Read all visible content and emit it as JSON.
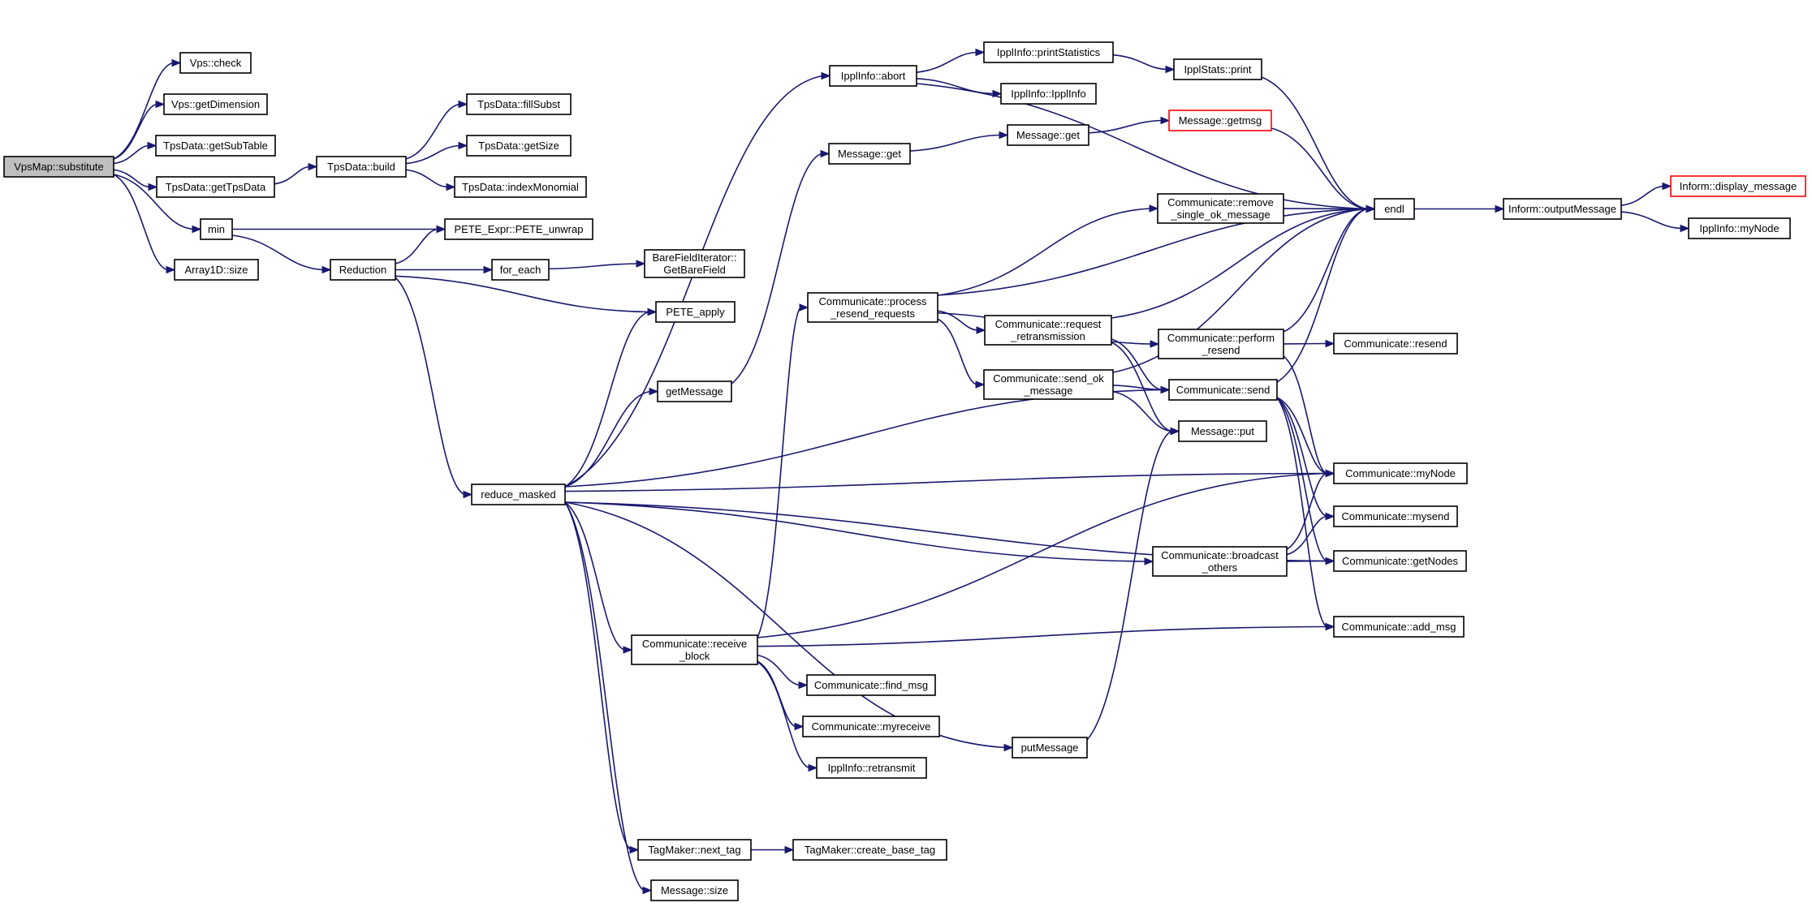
{
  "colors": {
    "edge": "#191970",
    "node_border": "#000000",
    "root_fill": "#bfbfbf",
    "truncated_border": "#ff0000"
  },
  "nodes": [
    {
      "id": "vpsmap_substitute",
      "lines": [
        "VpsMap::substitute"
      ],
      "style": "root"
    },
    {
      "id": "vps_check",
      "lines": [
        "Vps::check"
      ]
    },
    {
      "id": "vps_getdimension",
      "lines": [
        "Vps::getDimension"
      ]
    },
    {
      "id": "tpsdata_getsubtable",
      "lines": [
        "TpsData::getSubTable"
      ]
    },
    {
      "id": "tpsdata_gettpsdata",
      "lines": [
        "TpsData::getTpsData"
      ]
    },
    {
      "id": "min",
      "lines": [
        "min"
      ]
    },
    {
      "id": "array1d_size",
      "lines": [
        "Array1D::size"
      ]
    },
    {
      "id": "tpsdata_build",
      "lines": [
        "TpsData::build"
      ]
    },
    {
      "id": "tpsdata_fillsubst",
      "lines": [
        "TpsData::fillSubst"
      ]
    },
    {
      "id": "tpsdata_getsize",
      "lines": [
        "TpsData::getSize"
      ]
    },
    {
      "id": "tpsdata_indexmonomial",
      "lines": [
        "TpsData::indexMonomial"
      ]
    },
    {
      "id": "pete_expr_unwrap",
      "lines": [
        "PETE_Expr::PETE_unwrap"
      ]
    },
    {
      "id": "reduction",
      "lines": [
        "Reduction"
      ]
    },
    {
      "id": "for_each",
      "lines": [
        "for_each"
      ]
    },
    {
      "id": "barefielditerator_getbarefield",
      "lines": [
        "BareFieldIterator::",
        "GetBareField"
      ]
    },
    {
      "id": "pete_apply",
      "lines": [
        "PETE_apply"
      ]
    },
    {
      "id": "reduce_masked",
      "lines": [
        "reduce_masked"
      ]
    },
    {
      "id": "getmessage",
      "lines": [
        "getMessage"
      ]
    },
    {
      "id": "ipplinfo_abort",
      "lines": [
        "IpplInfo::abort"
      ]
    },
    {
      "id": "ipplinfo_printstatistics",
      "lines": [
        "IpplInfo::printStatistics"
      ]
    },
    {
      "id": "ipplinfo_ipplinfo",
      "lines": [
        "IpplInfo::IpplInfo"
      ]
    },
    {
      "id": "ipplstats_print",
      "lines": [
        "IpplStats::print"
      ]
    },
    {
      "id": "message_get_left",
      "lines": [
        "Message::get"
      ]
    },
    {
      "id": "message_get_right",
      "lines": [
        "Message::get"
      ]
    },
    {
      "id": "message_getmsg",
      "lines": [
        "Message::getmsg"
      ],
      "style": "red"
    },
    {
      "id": "endl",
      "lines": [
        "endl"
      ]
    },
    {
      "id": "inform_outputmessage",
      "lines": [
        "Inform::outputMessage"
      ]
    },
    {
      "id": "inform_display_message",
      "lines": [
        "Inform::display_message"
      ],
      "style": "red"
    },
    {
      "id": "ipplinfo_mynode",
      "lines": [
        "IpplInfo::myNode"
      ]
    },
    {
      "id": "communicate_remove_single_ok_message",
      "lines": [
        "Communicate::remove",
        "_single_ok_message"
      ]
    },
    {
      "id": "communicate_process_resend_requests",
      "lines": [
        "Communicate::process",
        "_resend_requests"
      ]
    },
    {
      "id": "communicate_request_retransmission",
      "lines": [
        "Communicate::request",
        "_retransmission"
      ]
    },
    {
      "id": "communicate_perform_resend",
      "lines": [
        "Communicate::perform",
        "_resend"
      ]
    },
    {
      "id": "communicate_resend",
      "lines": [
        "Communicate::resend"
      ]
    },
    {
      "id": "communicate_send_ok_message",
      "lines": [
        "Communicate::send_ok",
        "_message"
      ]
    },
    {
      "id": "communicate_send",
      "lines": [
        "Communicate::send"
      ]
    },
    {
      "id": "message_put",
      "lines": [
        "Message::put"
      ]
    },
    {
      "id": "communicate_mynode",
      "lines": [
        "Communicate::myNode"
      ]
    },
    {
      "id": "communicate_mysend",
      "lines": [
        "Communicate::mysend"
      ]
    },
    {
      "id": "communicate_broadcast_others",
      "lines": [
        "Communicate::broadcast",
        "_others"
      ]
    },
    {
      "id": "communicate_getnodes",
      "lines": [
        "Communicate::getNodes"
      ]
    },
    {
      "id": "communicate_add_msg",
      "lines": [
        "Communicate::add_msg"
      ]
    },
    {
      "id": "communicate_receive_block",
      "lines": [
        "Communicate::receive",
        "_block"
      ]
    },
    {
      "id": "communicate_find_msg",
      "lines": [
        "Communicate::find_msg"
      ]
    },
    {
      "id": "communicate_myreceive",
      "lines": [
        "Communicate::myreceive"
      ]
    },
    {
      "id": "ipplinfo_retransmit",
      "lines": [
        "IpplInfo::retransmit"
      ]
    },
    {
      "id": "putmessage",
      "lines": [
        "putMessage"
      ]
    },
    {
      "id": "tagmaker_next_tag",
      "lines": [
        "TagMaker::next_tag"
      ]
    },
    {
      "id": "tagmaker_create_base_tag",
      "lines": [
        "TagMaker::create_base_tag"
      ]
    },
    {
      "id": "message_size",
      "lines": [
        "Message::size"
      ]
    }
  ],
  "edges": [
    [
      "vpsmap_substitute",
      "vps_check"
    ],
    [
      "vpsmap_substitute",
      "vps_getdimension"
    ],
    [
      "vpsmap_substitute",
      "tpsdata_getsubtable"
    ],
    [
      "vpsmap_substitute",
      "tpsdata_gettpsdata"
    ],
    [
      "vpsmap_substitute",
      "min"
    ],
    [
      "vpsmap_substitute",
      "array1d_size"
    ],
    [
      "tpsdata_gettpsdata",
      "tpsdata_build"
    ],
    [
      "tpsdata_build",
      "tpsdata_fillsubst"
    ],
    [
      "tpsdata_build",
      "tpsdata_getsize"
    ],
    [
      "tpsdata_build",
      "tpsdata_indexmonomial"
    ],
    [
      "min",
      "pete_expr_unwrap"
    ],
    [
      "min",
      "reduction"
    ],
    [
      "reduction",
      "pete_expr_unwrap"
    ],
    [
      "reduction",
      "for_each"
    ],
    [
      "reduction",
      "pete_apply"
    ],
    [
      "reduction",
      "reduce_masked"
    ],
    [
      "for_each",
      "barefielditerator_getbarefield"
    ],
    [
      "reduce_masked",
      "pete_apply"
    ],
    [
      "reduce_masked",
      "ipplinfo_abort"
    ],
    [
      "reduce_masked",
      "getmessage"
    ],
    [
      "reduce_masked",
      "communicate_send"
    ],
    [
      "reduce_masked",
      "communicate_mynode"
    ],
    [
      "reduce_masked",
      "communicate_broadcast_others"
    ],
    [
      "reduce_masked",
      "communicate_getnodes"
    ],
    [
      "reduce_masked",
      "communicate_receive_block"
    ],
    [
      "reduce_masked",
      "putmessage"
    ],
    [
      "reduce_masked",
      "tagmaker_next_tag"
    ],
    [
      "reduce_masked",
      "message_size"
    ],
    [
      "getmessage",
      "message_get_left"
    ],
    [
      "message_get_left",
      "message_get_right"
    ],
    [
      "message_get_right",
      "message_getmsg"
    ],
    [
      "message_getmsg",
      "endl"
    ],
    [
      "ipplinfo_abort",
      "ipplinfo_printstatistics"
    ],
    [
      "ipplinfo_abort",
      "ipplinfo_ipplinfo"
    ],
    [
      "ipplinfo_abort",
      "endl"
    ],
    [
      "ipplinfo_printstatistics",
      "ipplstats_print"
    ],
    [
      "ipplstats_print",
      "endl"
    ],
    [
      "endl",
      "inform_outputmessage"
    ],
    [
      "inform_outputmessage",
      "inform_display_message"
    ],
    [
      "inform_outputmessage",
      "ipplinfo_mynode"
    ],
    [
      "communicate_process_resend_requests",
      "endl"
    ],
    [
      "communicate_process_resend_requests",
      "communicate_remove_single_ok_message"
    ],
    [
      "communicate_process_resend_requests",
      "communicate_request_retransmission"
    ],
    [
      "communicate_process_resend_requests",
      "communicate_perform_resend"
    ],
    [
      "communicate_process_resend_requests",
      "communicate_send_ok_message"
    ],
    [
      "communicate_remove_single_ok_message",
      "endl"
    ],
    [
      "communicate_request_retransmission",
      "endl"
    ],
    [
      "communicate_request_retransmission",
      "communicate_send"
    ],
    [
      "communicate_request_retransmission",
      "message_put"
    ],
    [
      "communicate_perform_resend",
      "endl"
    ],
    [
      "communicate_perform_resend",
      "communicate_resend"
    ],
    [
      "communicate_perform_resend",
      "communicate_mynode"
    ],
    [
      "communicate_send_ok_message",
      "endl"
    ],
    [
      "communicate_send_ok_message",
      "communicate_send"
    ],
    [
      "communicate_send_ok_message",
      "message_put"
    ],
    [
      "communicate_send",
      "endl"
    ],
    [
      "communicate_send",
      "communicate_mynode"
    ],
    [
      "communicate_send",
      "communicate_mysend"
    ],
    [
      "communicate_send",
      "communicate_getnodes"
    ],
    [
      "communicate_send",
      "communicate_add_msg"
    ],
    [
      "communicate_broadcast_others",
      "communicate_mynode"
    ],
    [
      "communicate_broadcast_others",
      "communicate_mysend"
    ],
    [
      "communicate_broadcast_others",
      "communicate_getnodes"
    ],
    [
      "communicate_receive_block",
      "communicate_process_resend_requests"
    ],
    [
      "communicate_receive_block",
      "communicate_mynode"
    ],
    [
      "communicate_receive_block",
      "communicate_add_msg"
    ],
    [
      "communicate_receive_block",
      "communicate_find_msg"
    ],
    [
      "communicate_receive_block",
      "communicate_myreceive"
    ],
    [
      "communicate_receive_block",
      "ipplinfo_retransmit"
    ],
    [
      "putmessage",
      "message_put"
    ],
    [
      "tagmaker_next_tag",
      "tagmaker_create_base_tag"
    ]
  ]
}
